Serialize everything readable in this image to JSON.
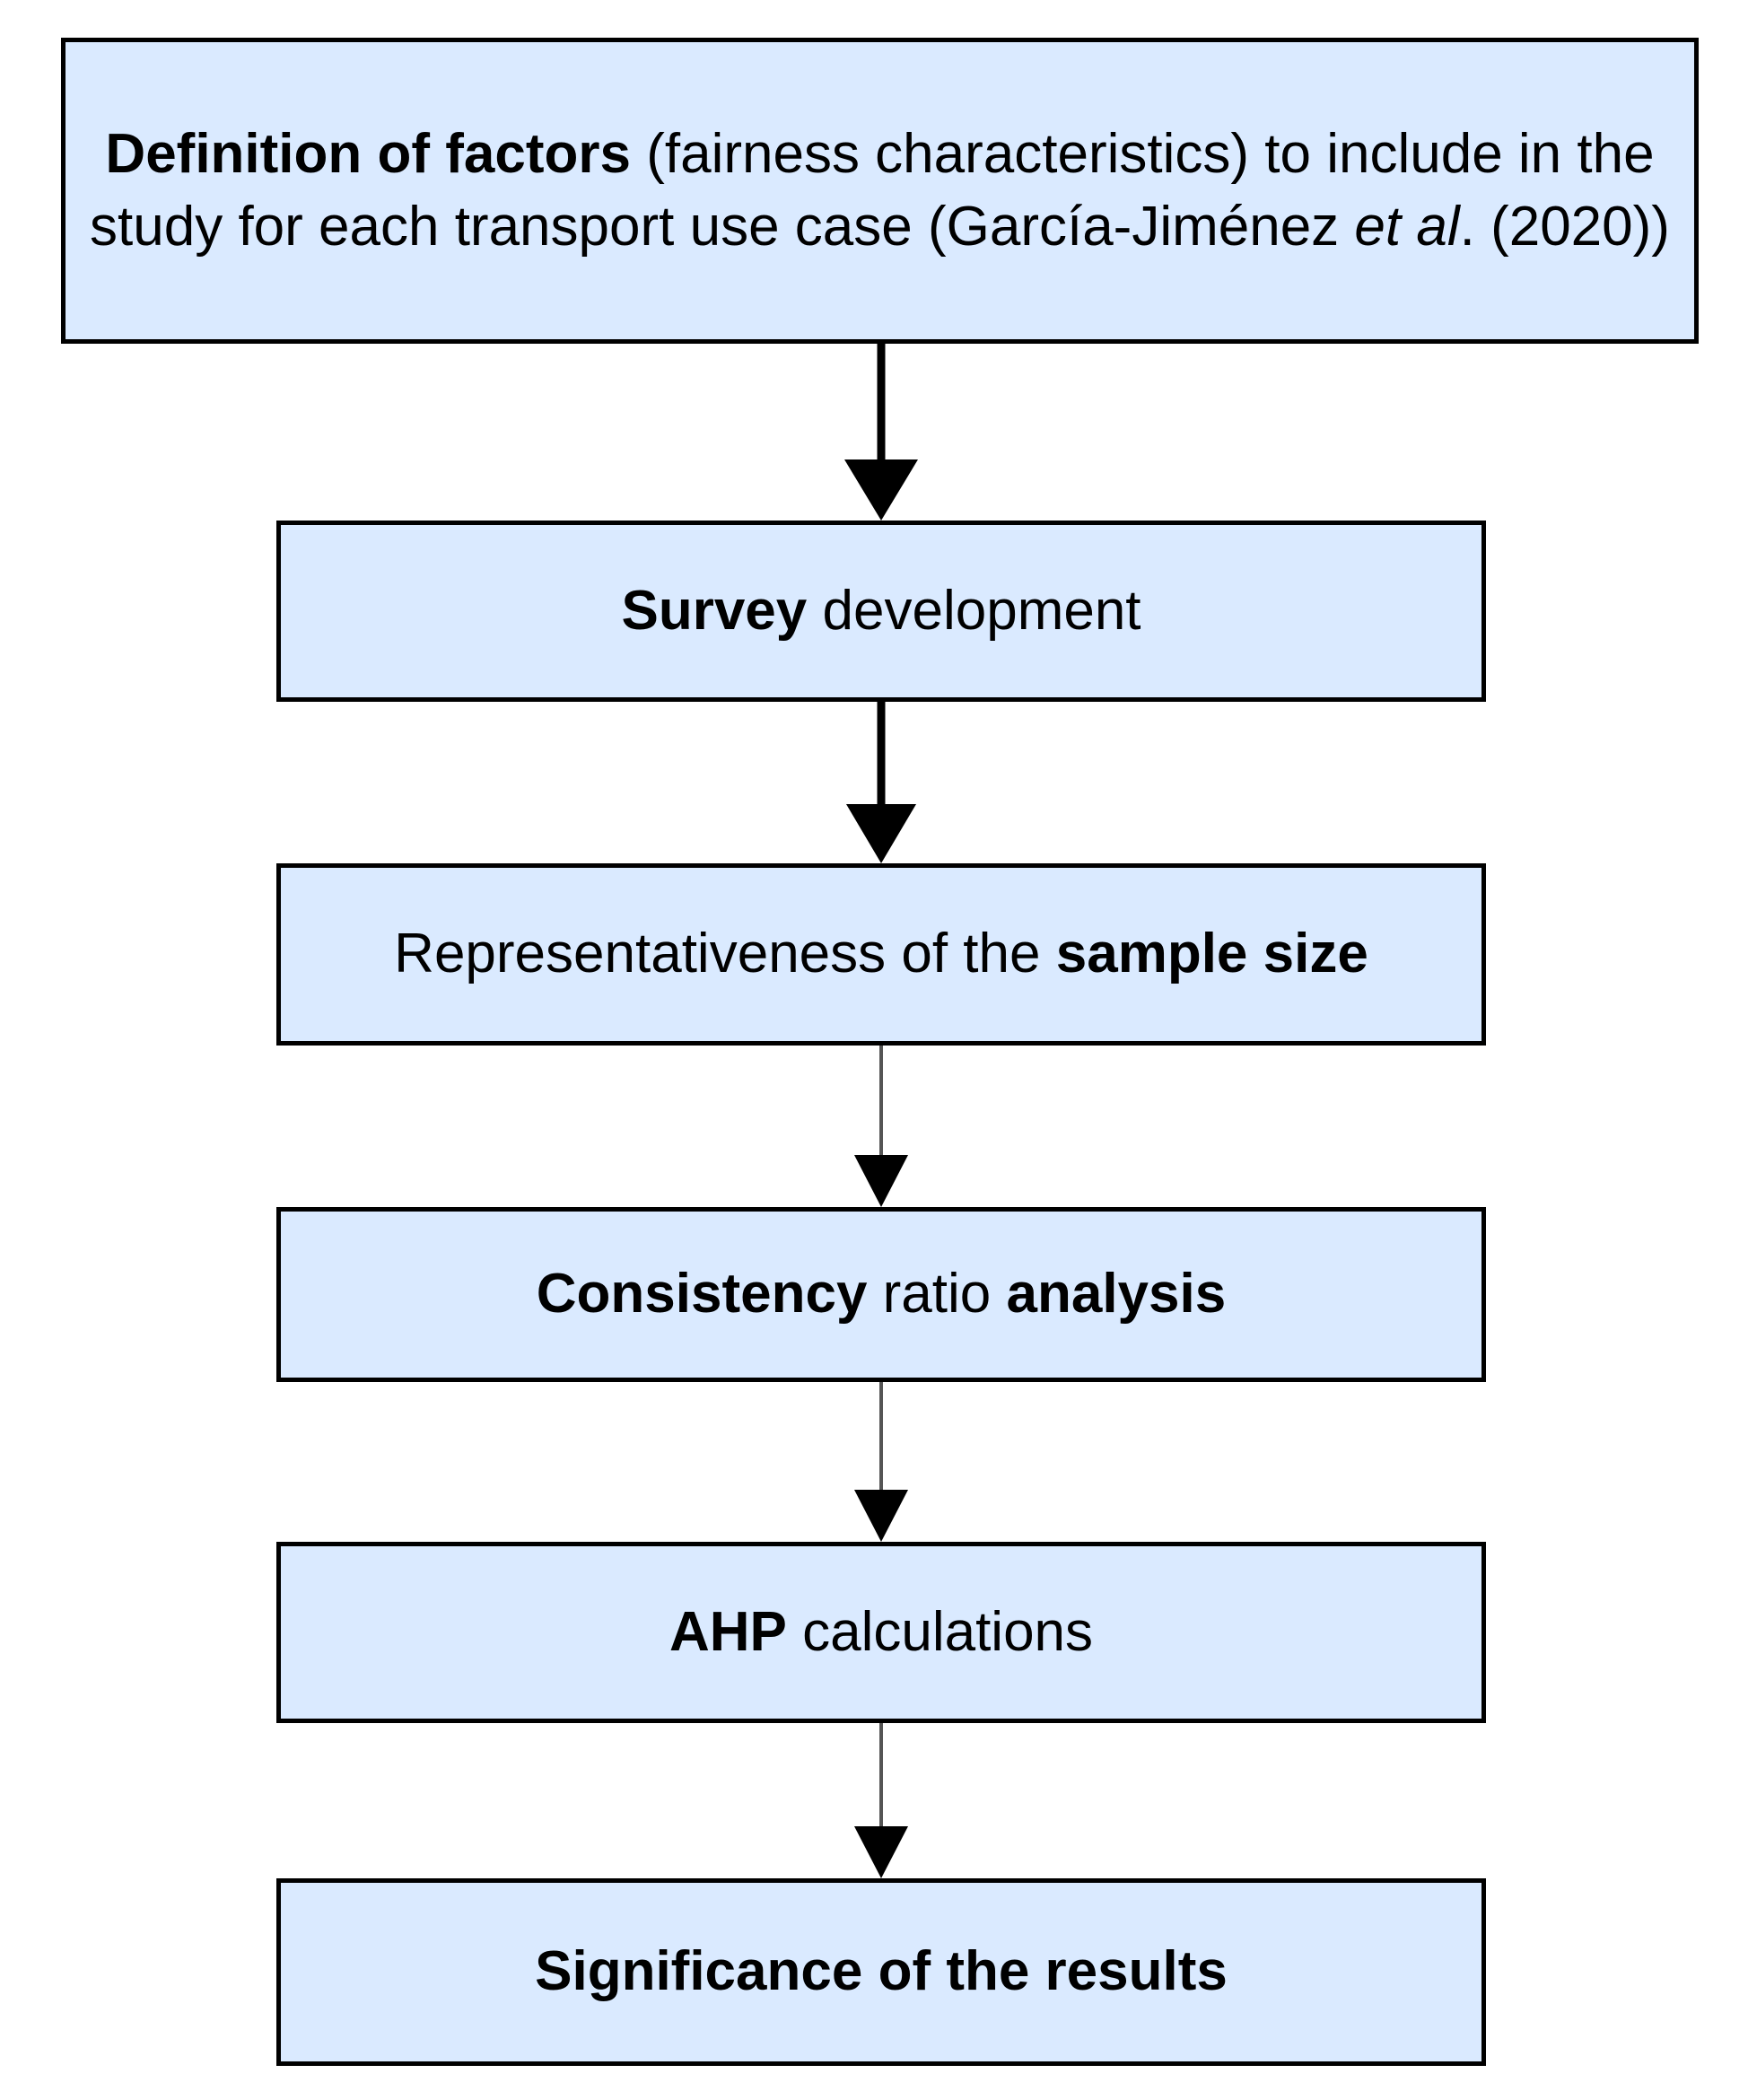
{
  "diagram": {
    "title": "Methodology flowchart",
    "type": "flowchart",
    "orientation": "top-to-bottom",
    "colors": {
      "node_fill": "#daeaff",
      "node_border": "#000000",
      "text": "#000000",
      "edge_thick": "#000000",
      "edge_thin": "#555555",
      "background": "#ffffff"
    },
    "nodes": [
      {
        "id": "definition-of-factors",
        "segments": [
          {
            "text": "Definition of factors",
            "style": "bold"
          },
          {
            "text": " (fairness characteristics) to include in the study for each transport use case (García-Jiménez ",
            "style": "regular"
          },
          {
            "text": "et al",
            "style": "italic"
          },
          {
            "text": ". (2020))",
            "style": "regular"
          }
        ],
        "plain": "Definition of factors (fairness characteristics) to include in the study for each transport use case (García-Jiménez et al. (2020))"
      },
      {
        "id": "survey-development",
        "segments": [
          {
            "text": "Survey",
            "style": "bold"
          },
          {
            "text": " development",
            "style": "regular"
          }
        ],
        "plain": "Survey development"
      },
      {
        "id": "representativeness-of-sample-size",
        "segments": [
          {
            "text": "Representativeness of the ",
            "style": "regular"
          },
          {
            "text": "sample size",
            "style": "bold"
          }
        ],
        "plain": "Representativeness of the sample size"
      },
      {
        "id": "consistency-ratio-analysis",
        "segments": [
          {
            "text": "Consistency",
            "style": "bold"
          },
          {
            "text": " ratio ",
            "style": "regular"
          },
          {
            "text": "analysis",
            "style": "bold"
          }
        ],
        "plain": "Consistency ratio analysis"
      },
      {
        "id": "ahp-calculations",
        "segments": [
          {
            "text": "AHP",
            "style": "bold"
          },
          {
            "text": " calculations",
            "style": "regular"
          }
        ],
        "plain": "AHP calculations"
      },
      {
        "id": "significance-of-the-results",
        "segments": [
          {
            "text": "Significance of the results",
            "style": "bold"
          }
        ],
        "plain": "Significance of the results"
      }
    ],
    "edges": [
      {
        "id": "edge-1",
        "from": "definition-of-factors",
        "to": "survey-development",
        "weight": "thick",
        "label": ""
      },
      {
        "id": "edge-2",
        "from": "survey-development",
        "to": "representativeness-of-sample-size",
        "weight": "thick",
        "label": ""
      },
      {
        "id": "edge-3",
        "from": "representativeness-of-sample-size",
        "to": "consistency-ratio-analysis",
        "weight": "thin",
        "label": ""
      },
      {
        "id": "edge-4",
        "from": "consistency-ratio-analysis",
        "to": "ahp-calculations",
        "weight": "thin",
        "label": ""
      },
      {
        "id": "edge-5",
        "from": "ahp-calculations",
        "to": "significance-of-the-results",
        "weight": "thin",
        "label": ""
      }
    ]
  }
}
